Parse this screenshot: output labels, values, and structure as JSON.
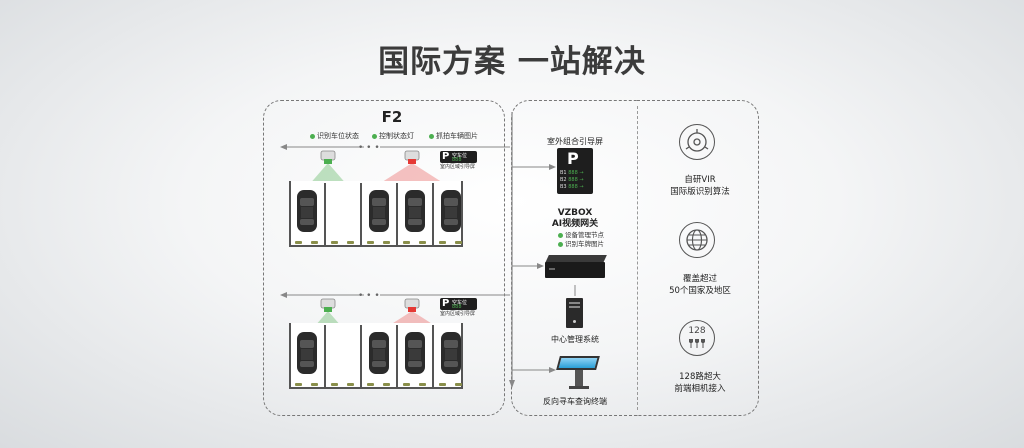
{
  "headline": "国际方案 一站解决",
  "floor_label": "F2",
  "legend": [
    "识别车位状态",
    "控制状态灯",
    "抓拍车辆图片"
  ],
  "indoor_sign": {
    "symbol": "P",
    "text_top": "空车位",
    "text_bottom": "室内区域引导屏"
  },
  "outdoor_screen": {
    "label": "室外组合引导屏",
    "symbol": "P",
    "rows": [
      "B1",
      "B2",
      "B3"
    ]
  },
  "vzbox": {
    "title": "VZBOX",
    "subtitle": "AI视频网关",
    "items": [
      "设备管理节点",
      "识别车牌图片"
    ]
  },
  "server_label": "中心管理系统",
  "kiosk_label": "反向寻车查询终端",
  "features": [
    {
      "icon": "vir-algorithm-icon",
      "lines": [
        "自研VIR",
        "国际版识别算法"
      ]
    },
    {
      "icon": "globe-icon",
      "lines": [
        "覆盖超过",
        "50个国家及地区"
      ]
    },
    {
      "icon": "camera-128-icon",
      "badge": "128",
      "lines": [
        "128路超大",
        "前端相机接入"
      ]
    }
  ],
  "colors": {
    "accent_green": "#4caf50",
    "alert_red": "#e53935",
    "line_gray": "#777777"
  }
}
